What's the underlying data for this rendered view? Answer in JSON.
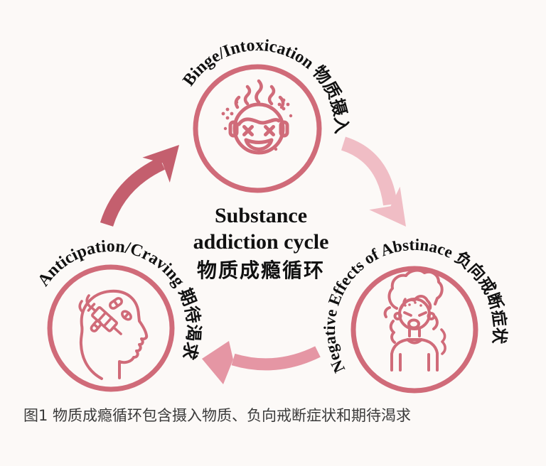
{
  "figure": {
    "center_title": {
      "line1": "Substance",
      "line2": "addiction cycle",
      "line3": "物质成瘾循环"
    },
    "caption": "图1  物质成瘾循环包含摄入物质、负向戒断症状和期待渴求",
    "nodes": [
      {
        "id": "binge",
        "label": "Binge/Intoxication 物质摄入",
        "icon": "intoxicated-face-icon",
        "position": "top"
      },
      {
        "id": "withdrawal",
        "label": "Negative Effects of Abstinace 负向戒断症状",
        "icon": "distressed-woman-icon",
        "position": "bottom-right"
      },
      {
        "id": "craving",
        "label": "Anticipation/Craving 期待渴求",
        "icon": "head-with-drugs-icon",
        "position": "bottom-left"
      }
    ],
    "arrows": [
      {
        "id": "craving-to-binge",
        "direction": "up-right",
        "shade": "dark"
      },
      {
        "id": "binge-to-withdrawal",
        "direction": "down-right",
        "shade": "light"
      },
      {
        "id": "withdrawal-to-craving",
        "direction": "left",
        "shade": "medium"
      }
    ],
    "colors": {
      "ring": "#d06b79",
      "icon": "#d06b79",
      "arrow_dark": "#c45f6e",
      "arrow_light": "#f0bdc5",
      "arrow_medium": "#e596a4",
      "background": "#fcf9f7",
      "text": "#111111",
      "caption": "#3a3a3a"
    }
  }
}
